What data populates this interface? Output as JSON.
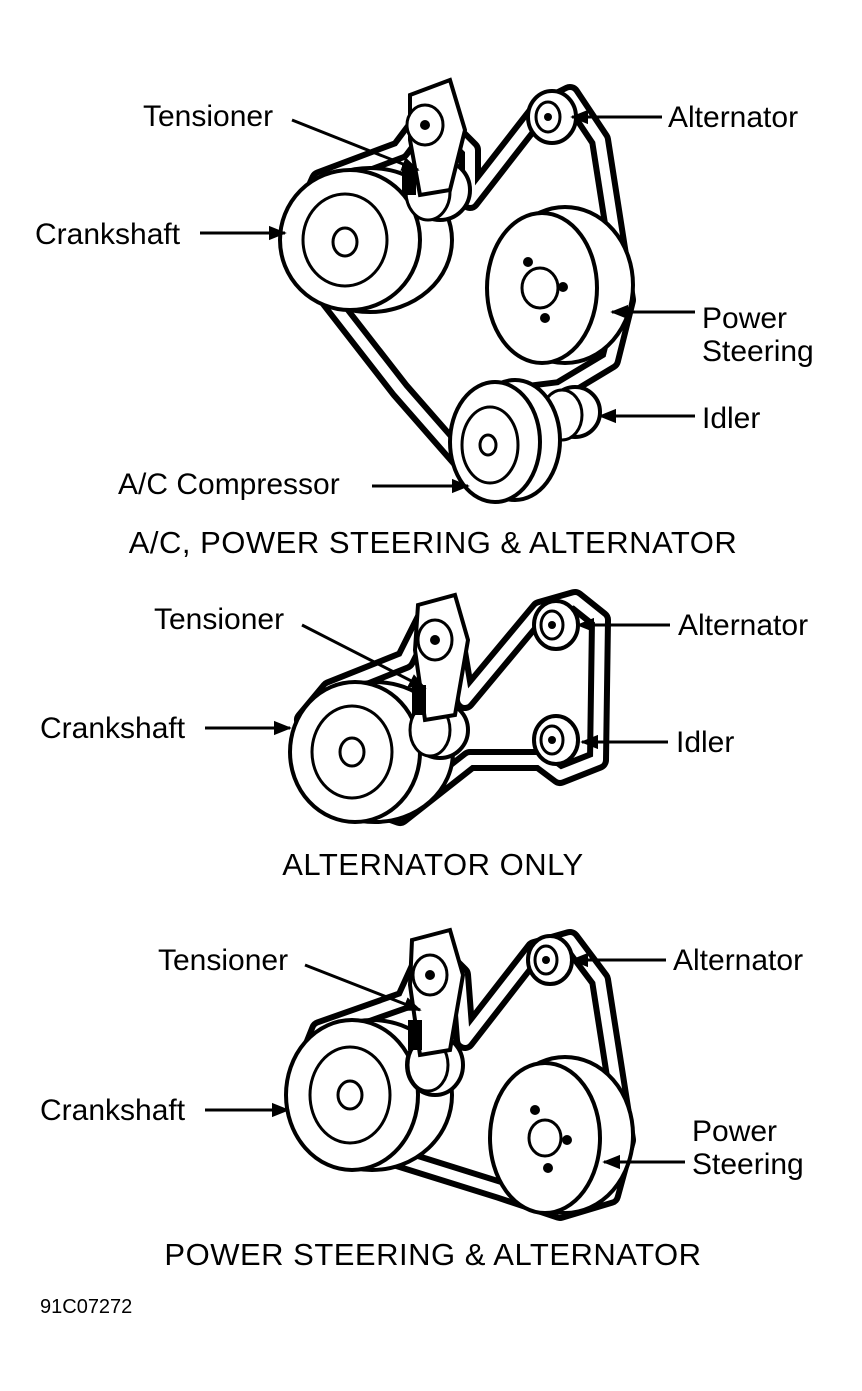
{
  "diagrams": [
    {
      "title": "A/C, POWER STEERING & ALTERNATOR",
      "labels": {
        "tensioner": "Tensioner",
        "alternator": "Alternator",
        "crankshaft": "Crankshaft",
        "power_steering_line1": "Power",
        "power_steering_line2": "Steering",
        "idler": "Idler",
        "ac_compressor": "A/C Compressor"
      }
    },
    {
      "title": "ALTERNATOR ONLY",
      "labels": {
        "tensioner": "Tensioner",
        "alternator": "Alternator",
        "crankshaft": "Crankshaft",
        "idler": "Idler"
      }
    },
    {
      "title": "POWER STEERING & ALTERNATOR",
      "labels": {
        "tensioner": "Tensioner",
        "alternator": "Alternator",
        "crankshaft": "Crankshaft",
        "power_steering_line1": "Power",
        "power_steering_line2": "Steering"
      }
    }
  ],
  "figure_code": "91C07272"
}
